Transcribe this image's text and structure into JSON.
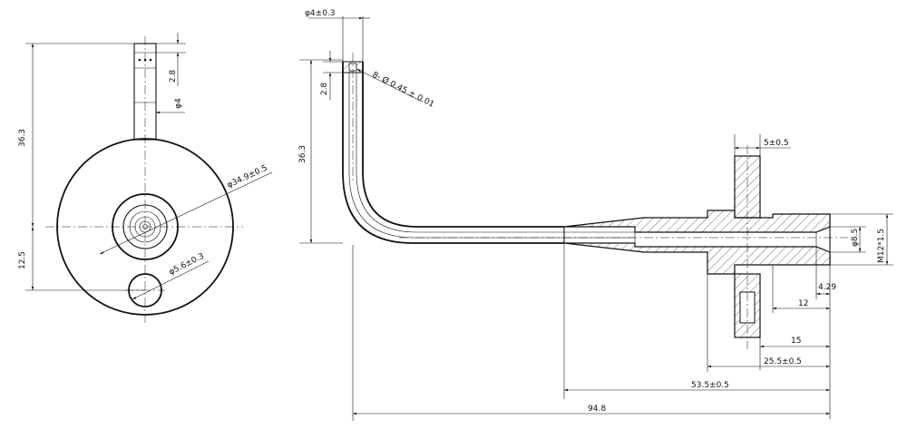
{
  "front_view": {
    "dim_height": "36.3",
    "dim_offset": "12.5",
    "dim_stub_len": "2.8",
    "dim_stub_dia": "φ4",
    "dim_body_dia": "φ34.9±0.5",
    "dim_hole_dia": "φ5.6±0.3"
  },
  "side_view": {
    "dim_tip_dia": "φ4±0.3",
    "dim_tip_len": "2.8",
    "dim_holes": "8- Ø 0.45 ± 0.01",
    "dim_height": "36.3",
    "dim_flange_thk": "5±0.5",
    "dim_bore": "φ8.5",
    "dim_thread": "M12*1.5",
    "dim_chamfer": "4.29",
    "dim_d12": "12",
    "dim_d15": "15",
    "dim_d25": "25.5±0.5",
    "dim_d53": "53.5±0.5",
    "dim_d94": "94.8"
  }
}
